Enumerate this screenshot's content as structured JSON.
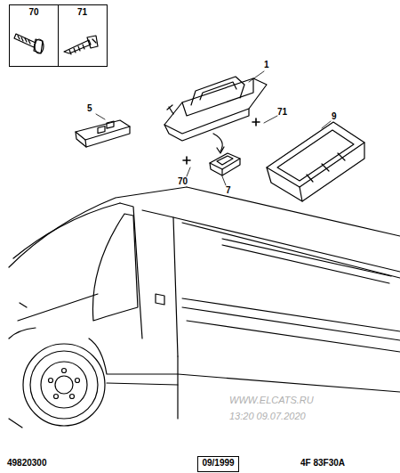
{
  "diagram": {
    "nodes": [
      {
        "text": [
          "70"
        ]
      },
      {
        "text": [
          "71"
        ]
      },
      {
        "text": [
          "09/1999"
        ]
      }
    ],
    "labels": [
      "1",
      "5",
      "71",
      "70",
      "7",
      "9",
      "WWW.ELCATS.RU",
      "13:20 09.07.2020",
      "49820300",
      "4F 83F30A"
    ]
  }
}
